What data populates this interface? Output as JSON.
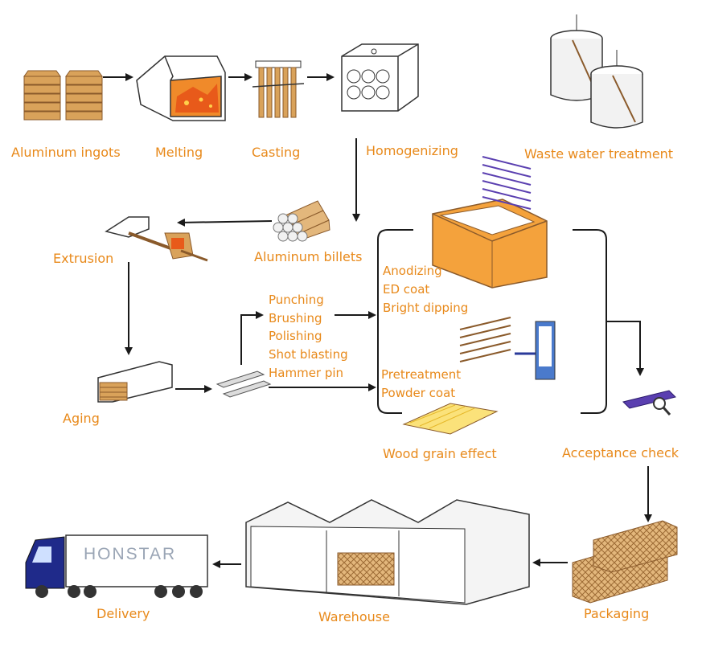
{
  "colors": {
    "label": "#e8891a",
    "arrow": "#1a1a1a",
    "wood": "#d9a25a",
    "wood_dark": "#8a5a2b",
    "fire": "#e85a1a",
    "vat": "#f4a23c",
    "truck": "#1f2a8a",
    "profile": "#5a3fb0"
  },
  "stages": {
    "ingots": "Aluminum ingots",
    "melting": "Melting",
    "casting": "Casting",
    "homogenizing": "Homogenizing",
    "waste_water": "Waste water treatment",
    "billets": "Aluminum billets",
    "extrusion": "Extrusion",
    "aging": "Aging",
    "acceptance": "Acceptance check",
    "packaging": "Packaging",
    "warehouse": "Warehouse",
    "delivery": "Delivery",
    "wood_grain": "Wood grain effect"
  },
  "mechanical_treatments": [
    "Punching",
    "Brushing",
    "Polishing",
    "Shot blasting",
    "Hammer pin"
  ],
  "anodizing_group": [
    "Anodizing",
    "ED coat",
    "Bright dipping"
  ],
  "powder_group": [
    "Pretreatment",
    "Powder coat"
  ],
  "truck_logo": "HONSTAR"
}
